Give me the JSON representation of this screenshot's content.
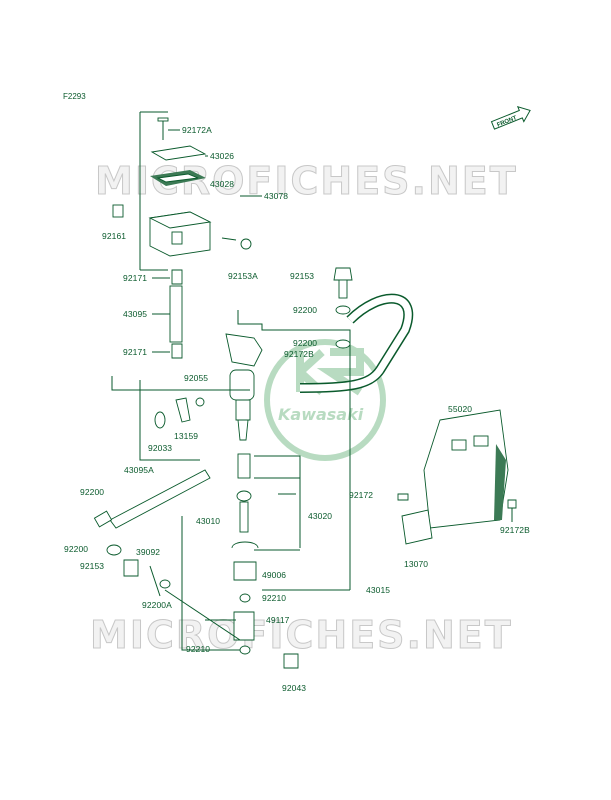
{
  "figure_code": "F2293",
  "watermark_text": "MICROFICHES.NET",
  "brand_logo": "Kawasaki",
  "front_label": "FRONT",
  "colors": {
    "line": "#0a5a2c",
    "watermark": "#c8c8c8",
    "logo": "#7fbf8f"
  },
  "callouts": {
    "c92172A": "92172A",
    "c43026": "43026",
    "c43028": "43028",
    "c43078": "43078",
    "c92161": "92161",
    "c92153A": "92153A",
    "c92171_top": "92171",
    "c43095": "43095",
    "c92171_bot": "92171",
    "c92153_top": "92153",
    "c92200_a": "92200",
    "c92200_b": "92200",
    "c92172B_top": "92172B",
    "c92055": "92055",
    "c13159": "13159",
    "c92033": "92033",
    "c43095A": "43095A",
    "c55020": "55020",
    "c92200_c": "92200",
    "c92172": "92172",
    "c43010": "43010",
    "c43020": "43020",
    "c92172B_bot": "92172B",
    "c13070": "13070",
    "c92200_d": "92200",
    "c39092": "39092",
    "c92153_bot": "92153",
    "c49006": "49006",
    "c43015": "43015",
    "c92200A": "92200A",
    "c92210_top": "92210",
    "c49117": "49117",
    "c92210_bot": "92210",
    "c92043": "92043"
  }
}
